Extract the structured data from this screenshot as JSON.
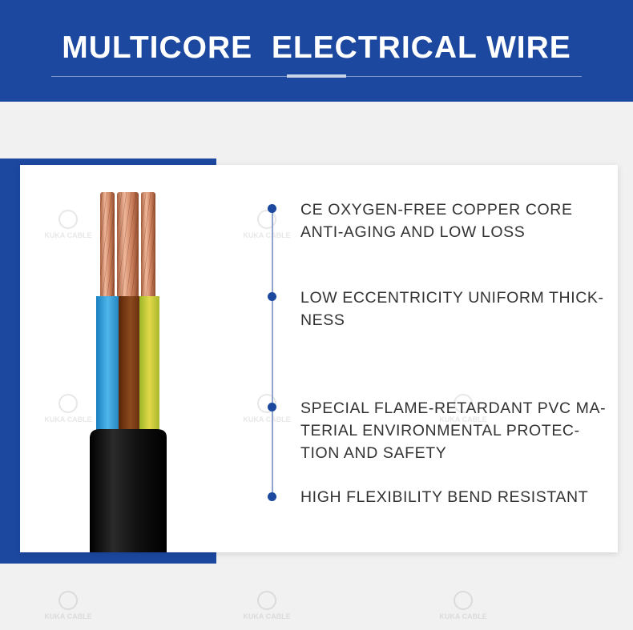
{
  "header": {
    "title": "MULTICORE  ELECTRICAL WIRE"
  },
  "features": [
    {
      "lines": [
        "CE OXYGEN-FREE COPPER CORE",
        "ANTI-AGING AND LOW LOSS"
      ]
    },
    {
      "lines": [
        "LOW ECCENTRICITY UNIFORM THICK-",
        "NESS"
      ]
    },
    {
      "lines": [
        "SPECIAL FLAME-RETARDANT PVC MA-",
        "TERIAL ENVIRONMENTAL PROTEC-",
        "TION AND SAFETY"
      ]
    },
    {
      "lines": [
        "HIGH FLEXIBILITY BEND RESISTANT"
      ]
    }
  ],
  "watermark": {
    "brand": "KUKA CABLE"
  },
  "colors": {
    "brand_blue": "#1c48a0",
    "core_blue": "#2a9ad6",
    "core_brown": "#7a3a12",
    "core_yellow_green": "#b9c930",
    "copper": "#d08b6a",
    "sheath": "#111111"
  }
}
